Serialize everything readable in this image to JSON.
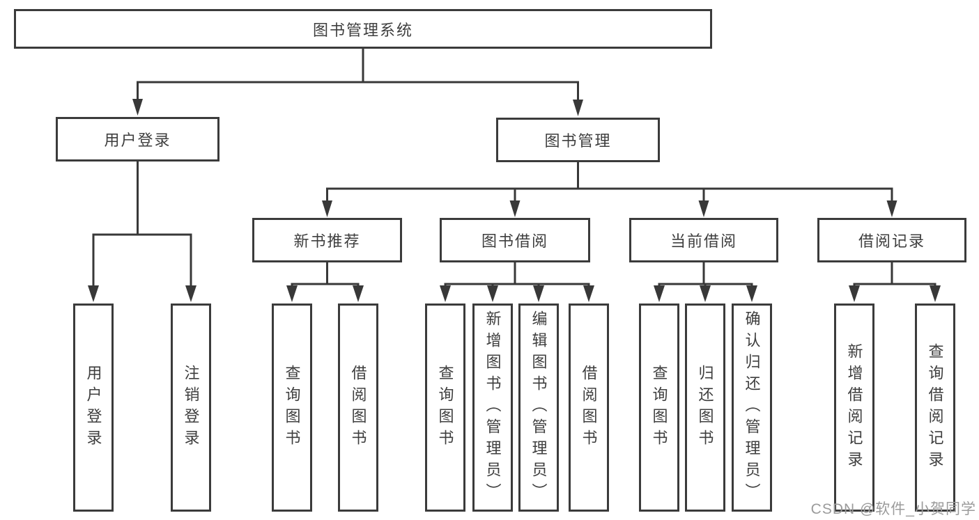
{
  "colors": {
    "background": "#ffffff",
    "line": "#383838",
    "box_border": "#3b3b3b",
    "text": "#3e3e3e",
    "watermark": "#9b9b9b"
  },
  "watermark": {
    "text": "CSDN @软件_小贺同学"
  },
  "chart_type": "org-tree-diagram",
  "tree": {
    "root": {
      "label": "图书管理系统"
    },
    "branches": [
      {
        "label": "用户登录",
        "children": [
          {
            "label": "用户登录"
          },
          {
            "label": "注销登录"
          }
        ]
      },
      {
        "label": "图书管理",
        "children": [
          {
            "label": "新书推荐",
            "children": [
              {
                "label": "查询图书"
              },
              {
                "label": "借阅图书"
              }
            ]
          },
          {
            "label": "图书借阅",
            "children": [
              {
                "label": "查询图书"
              },
              {
                "label": "新增图书（管理员）"
              },
              {
                "label": "编辑图书（管理员）"
              },
              {
                "label": "借阅图书"
              }
            ]
          },
          {
            "label": "当前借阅",
            "children": [
              {
                "label": "查询图书"
              },
              {
                "label": "归还图书"
              },
              {
                "label": "确认归还（管理员）"
              }
            ]
          },
          {
            "label": "借阅记录",
            "children": [
              {
                "label": "新增借阅记录"
              },
              {
                "label": "查询借阅记录"
              }
            ]
          }
        ]
      }
    ]
  }
}
